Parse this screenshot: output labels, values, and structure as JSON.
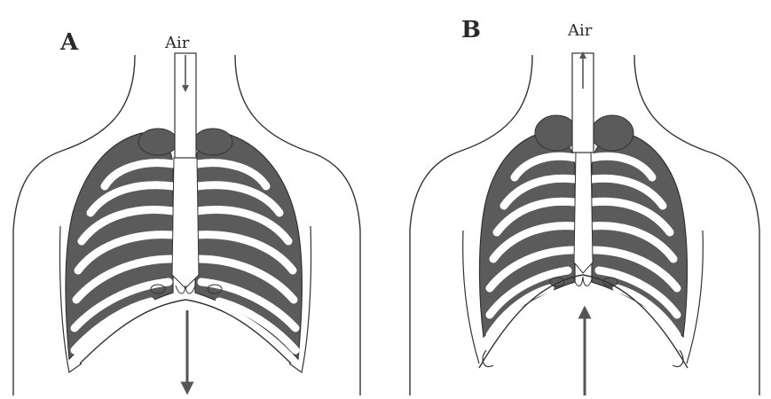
{
  "panels": [
    {
      "id": "A",
      "label": "A",
      "air_label": "Air",
      "airflow": "inhalation",
      "diaphragm_motion": "down"
    },
    {
      "id": "B",
      "label": "B",
      "air_label": "Air",
      "airflow": "exhalation",
      "diaphragm_motion": "up"
    }
  ],
  "colors": {
    "outline": "#333333",
    "lung": "#5b5b5b",
    "rib": "#ffffff",
    "arrow": "#555555"
  }
}
